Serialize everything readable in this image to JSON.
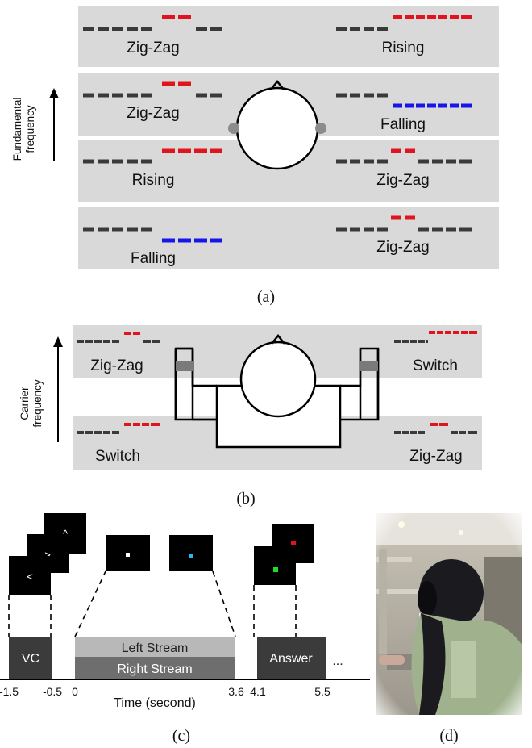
{
  "panel_a": {
    "caption": "(a)",
    "axis_label_line1": "Fundamental",
    "axis_label_line2": "frequency",
    "rows": [
      {
        "left": "Zig-Zag",
        "right": "Rising"
      },
      {
        "left": "Zig-Zag",
        "right": "Falling"
      },
      {
        "left": "Rising",
        "right": "Zig-Zag"
      },
      {
        "left": "Falling",
        "right": "Zig-Zag"
      }
    ]
  },
  "panel_b": {
    "caption": "(b)",
    "axis_label_line1": "Carrier",
    "axis_label_line2": "frequency",
    "rows": [
      {
        "left": "Zig-Zag",
        "right": "Switch"
      },
      {
        "left": "Switch",
        "right": "Zig-Zag"
      }
    ]
  },
  "panel_c": {
    "caption": "(c)",
    "vc_label": "VC",
    "left_stream": "Left Stream",
    "right_stream": "Right Stream",
    "answer_label": "Answer",
    "ellipsis": "...",
    "xlabel": "Time (second)",
    "ticks": [
      "-1.5",
      "-0.5",
      "0",
      "3.6",
      "4.1",
      "5.5"
    ],
    "cue_symbols": [
      "<",
      ">",
      "^"
    ]
  },
  "panel_d": {
    "caption": "(d)"
  },
  "colors": {
    "band": "#d9d9d9",
    "tone_dark": "#3a3a3a",
    "tone_red": "#e0141e",
    "tone_blue": "#1616e8",
    "ear": "#8c8c8c",
    "vc_box": "#3b3b3b",
    "left_stream": "#b8b8b8",
    "right_stream": "#6e6e6e",
    "fix_white": "#ffffff",
    "fix_cyan": "#29b6e8",
    "fix_red": "#e0141e",
    "fix_green": "#22dd22"
  }
}
